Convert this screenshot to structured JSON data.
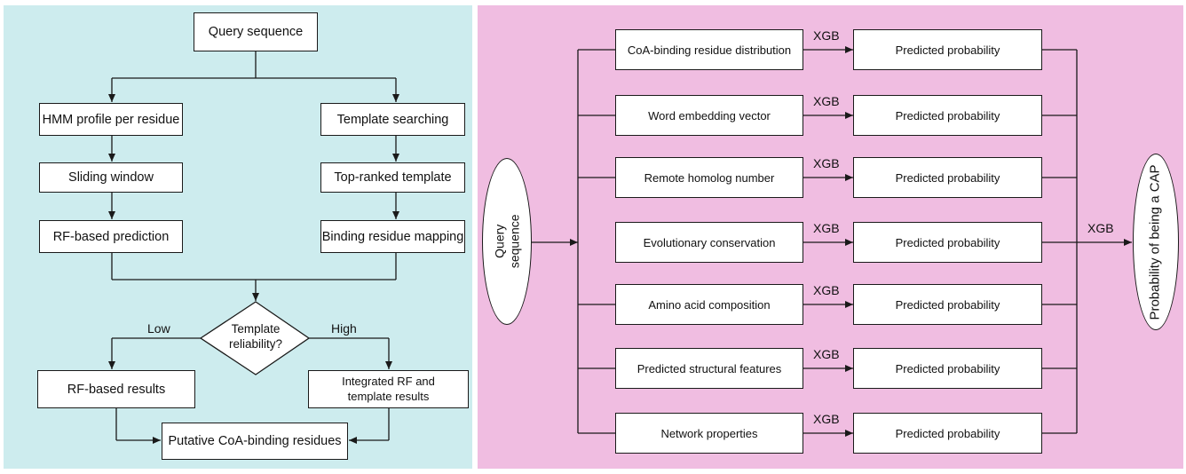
{
  "colors": {
    "left_bg": "#cdecee",
    "right_bg": "#f0bde1",
    "line": "#1a1a1a"
  },
  "left": {
    "query": "Query sequence",
    "hmm": "HMM profile per residue",
    "sliding": "Sliding window",
    "rf_pred": "RF-based prediction",
    "template_search": "Template searching",
    "top_template": "Top-ranked template",
    "mapping": "Binding residue mapping",
    "decision_line1": "Template",
    "decision_line2": "reliability?",
    "low": "Low",
    "high": "High",
    "rf_results": "RF-based results",
    "integrated_line1": "Integrated RF and",
    "integrated_line2": "template results",
    "putative": "Putative CoA-binding residues"
  },
  "right": {
    "query_line1": "Query",
    "query_line2": "sequence",
    "features": [
      "CoA-binding residue distribution",
      "Word embedding vector",
      "Remote homolog number",
      "Evolutionary conservation",
      "Amino acid composition",
      "Predicted structural features",
      "Network properties"
    ],
    "xgb": "XGB",
    "predicted": "Predicted probability",
    "final_xgb": "XGB",
    "output": "Probability of being a CAP"
  }
}
